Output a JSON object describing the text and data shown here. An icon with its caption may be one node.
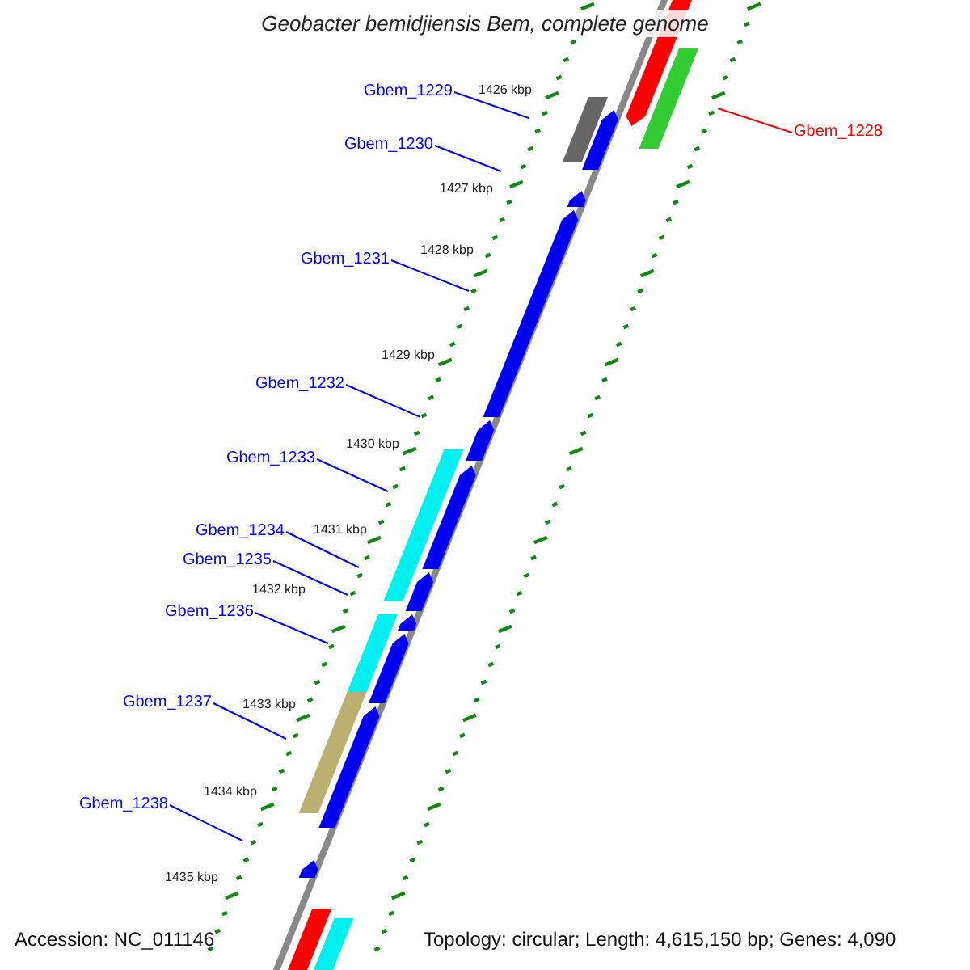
{
  "diagram": {
    "title": "Geobacter bemidjiensis Bem, complete genome",
    "nodes": [
      {
        "text": [
          "Gbem_1229"
        ]
      },
      {
        "text": [
          "Gbem_1228"
        ]
      },
      {
        "text": [
          "Gbem_1230"
        ]
      },
      {
        "text": [
          "Gbem_1231"
        ]
      },
      {
        "text": [
          "Gbem_1232"
        ]
      },
      {
        "text": [
          "Gbem_1233"
        ]
      },
      {
        "text": [
          "Gbem_1234"
        ]
      },
      {
        "text": [
          "Gbem_1235"
        ]
      },
      {
        "text": [
          "Gbem_1236"
        ]
      },
      {
        "text": [
          "Gbem_1237"
        ]
      },
      {
        "text": [
          "Gbem_1238"
        ]
      }
    ],
    "edges": [
      {
        "from": 0,
        "to": null,
        "arrow": "none"
      },
      {
        "from": 1,
        "to": null,
        "arrow": "none",
        "color": "#ff0000"
      },
      {
        "from": 2,
        "to": null,
        "arrow": "none"
      },
      {
        "from": 3,
        "to": null,
        "arrow": "none"
      },
      {
        "from": 4,
        "to": null,
        "arrow": "none"
      },
      {
        "from": 5,
        "to": null,
        "arrow": "none"
      },
      {
        "from": 6,
        "to": null,
        "arrow": "none"
      },
      {
        "from": 7,
        "to": null,
        "arrow": "none"
      },
      {
        "from": 8,
        "to": null,
        "arrow": "none"
      },
      {
        "from": 9,
        "to": null,
        "arrow": "none"
      },
      {
        "from": 10,
        "to": null,
        "arrow": "none"
      }
    ],
    "labels": [
      "1426 kbp",
      "1427 kbp",
      "1428 kbp",
      "1429 kbp",
      "1430 kbp",
      "1431 kbp",
      "1432 kbp",
      "1433 kbp",
      "1434 kbp",
      "1435 kbp",
      "Accession: NC_011146",
      "Topology: circular; Length: 4,615,150 bp; Genes: 4,090"
    ]
  }
}
